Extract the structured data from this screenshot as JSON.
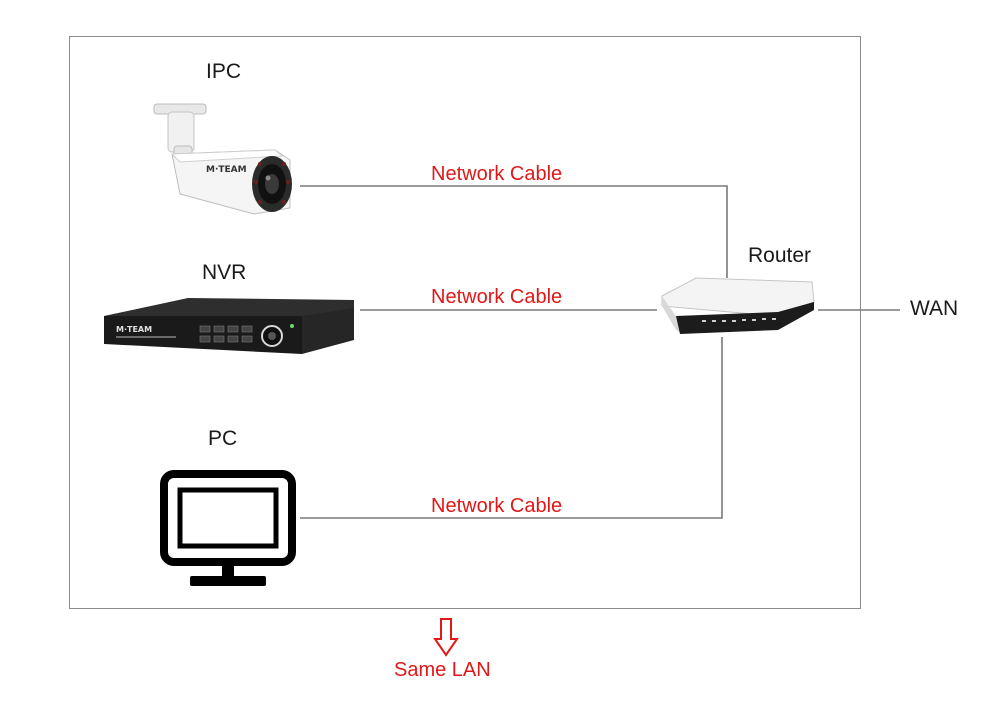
{
  "devices": {
    "ipc": "IPC",
    "nvr": "NVR",
    "pc": "PC",
    "router": "Router",
    "wan": "WAN"
  },
  "cables": {
    "ipc_cable": "Network Cable",
    "nvr_cable": "Network Cable",
    "pc_cable": "Network Cable"
  },
  "brand": {
    "camera_logo": "M·TEAM",
    "nvr_logo": "M·TEAM"
  },
  "footer": {
    "same_lan": "Same LAN",
    "arrow_icon": "down-arrow-icon"
  },
  "colors": {
    "cable_label": "#e01818",
    "line": "#7a7a7a",
    "frame": "#8c8c8c"
  }
}
